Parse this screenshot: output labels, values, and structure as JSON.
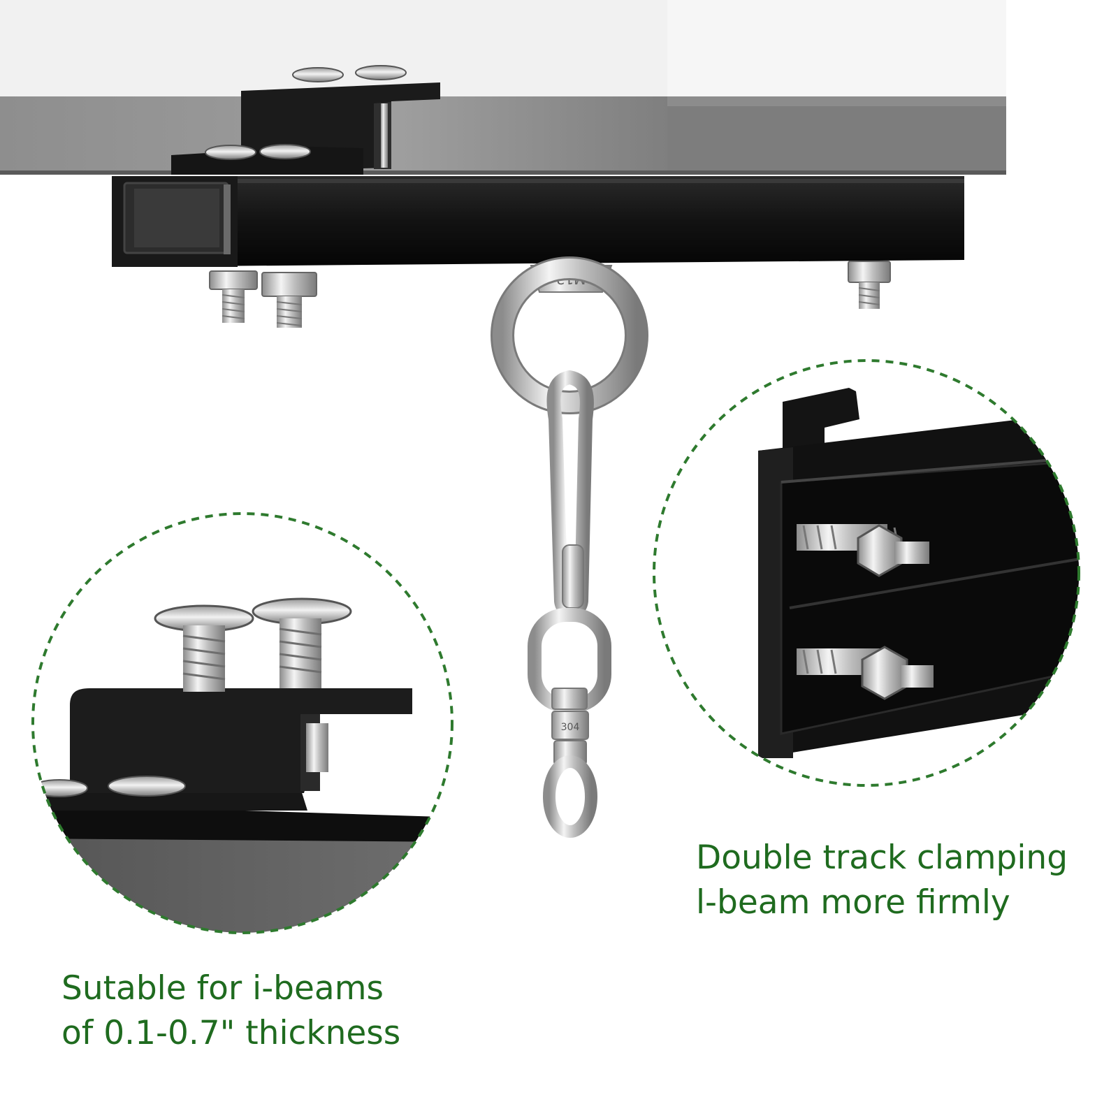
{
  "captions": {
    "right": {
      "line1": "Double track clamping",
      "line2": "l-beam more firmly"
    },
    "left": {
      "line1": "Sutable for i-beams",
      "line2": "of 0.1-0.7\" thickness"
    }
  },
  "hardware_markings": {
    "eye_bolt": "M12",
    "swivel": "304"
  },
  "colors": {
    "caption_green": "#1f6b1f",
    "dash_green": "#2e7a2e",
    "steel_black": "#141414"
  },
  "icons": [
    "beam-clamp",
    "eye-bolt",
    "snap-hook",
    "swivel",
    "bolt",
    "hex-nut",
    "carriage-bolt"
  ]
}
